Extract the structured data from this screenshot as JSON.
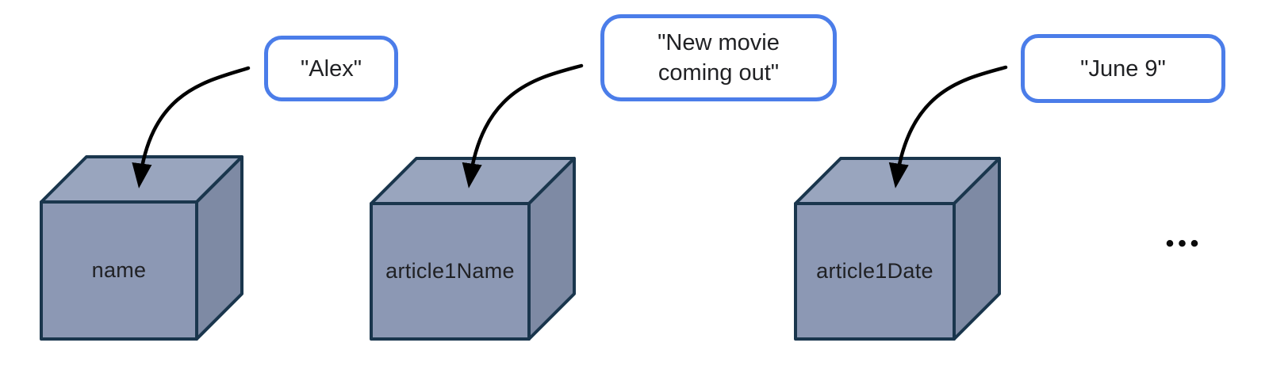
{
  "diagram": {
    "title_hint": "variables as labeled boxes holding string values",
    "ellipsis": "•••",
    "colors": {
      "background": "#ffffff",
      "cube_top": "#99a5be",
      "cube_front": "#8c98b4",
      "cube_right": "#7e8aa4",
      "cube_outline": "#1a364d",
      "bubble_border": "#4b7de9",
      "bubble_bg": "#ffffff",
      "text": "#202124",
      "arrow": "#000000"
    },
    "variables": [
      {
        "label": "name",
        "value": "\"Alex\""
      },
      {
        "label": "article1Name",
        "value": "\"New movie\ncoming out\""
      },
      {
        "label": "article1Date",
        "value": "\"June 9\""
      }
    ]
  }
}
